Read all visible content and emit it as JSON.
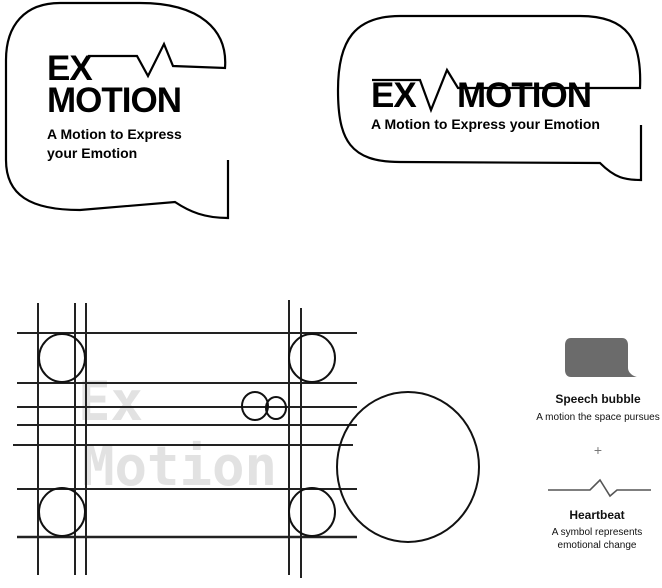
{
  "logo_vertical": {
    "line1": "EX",
    "line2": "MOTION",
    "tagline1": "A Motion to Express",
    "tagline2": "your Emotion"
  },
  "logo_horizontal": {
    "word1": "EX",
    "word2": "MOTION",
    "tagline": "A Motion to Express your Emotion"
  },
  "grid": {
    "watermark1": "Ex",
    "watermark2": "Motion"
  },
  "legend": {
    "bubble_title": "Speech bubble",
    "bubble_desc": "A motion the space pursues",
    "plus": "+",
    "heartbeat_title": "Heartbeat",
    "heartbeat_desc1": "A symbol represents",
    "heartbeat_desc2": "emotional change"
  },
  "colors": {
    "stroke": "#000000",
    "bubble_fill": "#6b6b6b",
    "watermark": "#e2e2e2"
  }
}
